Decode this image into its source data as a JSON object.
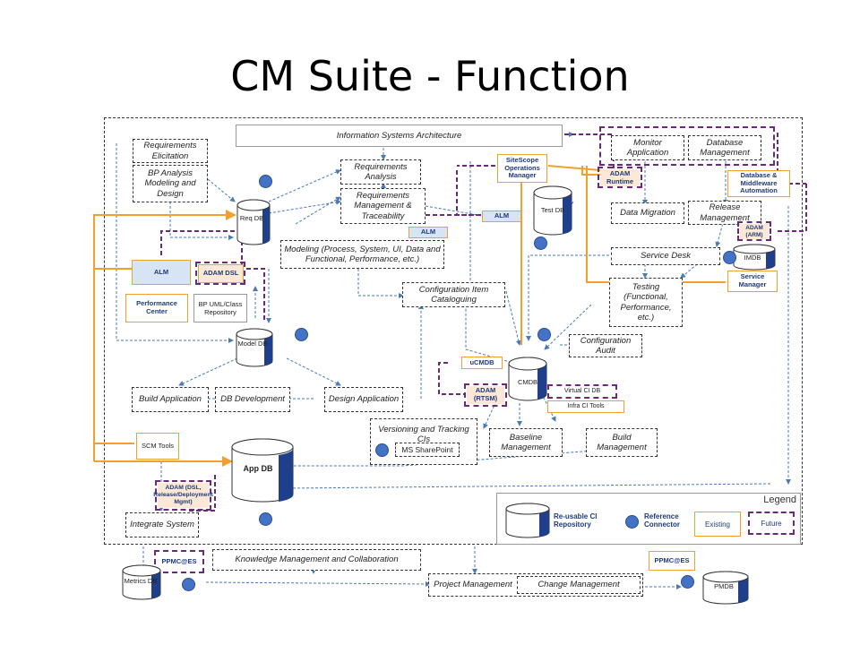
{
  "title": "CM Suite - Function",
  "boxes": {
    "isa": "Information Systems Architecture",
    "req_elicit": "Requirements Elicitation",
    "bp_analysis": "BP Analysis Modeling and Design",
    "req_analysis": "Requirements Analysis",
    "req_mgmt": "Requirements Management & Traceability",
    "modeling": "Modeling (Process, System, UI, Data and Functional, Performance, etc.)",
    "ci_catalog": "Configuration Item Cataloguing",
    "monitor_app": "Monitor Application",
    "db_mgmt": "Database Management",
    "data_migration": "Data Migration",
    "release_mgmt": "Release Management",
    "service_desk": "Service Desk",
    "testing": "Testing (Functional, Performance, etc.)",
    "config_audit": "Configuration Audit",
    "build_app": "Build Application",
    "db_dev": "DB Development",
    "design_app": "Design Application",
    "versioning": "Versioning and Tracking CIs",
    "ms_sharepoint": "MS SharePoint",
    "baseline_mgmt": "Baseline Management",
    "build_mgmt": "Build Management",
    "integrate_system": "Integrate System",
    "knowledge_mgmt": "Knowledge Management and Collaboration",
    "project_mgmt": "Project Management",
    "change_mgmt": "Change Management",
    "bp_uml": "BP UML/Class Repository"
  },
  "tools": {
    "sitescope": "SiteScope Operations Manager",
    "alm_req": "ALM",
    "alm_left": "ALM",
    "alm_mid": "ALM",
    "adam_dsl": "ADAM DSL",
    "performance_center": "Performance Center",
    "adam_runtime": "ADAM Runtime",
    "db_middleware": "Database & Middleware Automation",
    "adam_arm": "ADAM (ARM)",
    "service_manager": "Service Manager",
    "ucmdb": "uCMDB",
    "adam_rtsm": "ADAM (RTSM)",
    "virtual_ci_db": "Virtual CI DB",
    "infra_ci_tools": "Infra CI Tools",
    "scm_tools": "SCM Tools",
    "adam_deploy": "ADAM (DSL, Release/Deployment Mgmt)",
    "ppmc_left": "PPMC@ES",
    "ppmc_right": "PPMC@ES"
  },
  "databases": {
    "req_db": "Req DB",
    "test_db": "Test DB",
    "model_db": "Model DB",
    "cmdb": "CMDB",
    "imdb": "IMDB",
    "app_db": "App DB",
    "metrics_db": "Metrics DB",
    "pmdb": "PMDB"
  },
  "legend": {
    "title": "Legend",
    "reusable": "Re-usable CI Repository",
    "reference": "Reference Connector",
    "existing": "Existing",
    "future": "Future"
  },
  "colors": {
    "existing_border": "#f0a030",
    "future_border": "#6a2a7a",
    "connector": "#4a7ab8",
    "cylinder": "#1f3f8a"
  }
}
